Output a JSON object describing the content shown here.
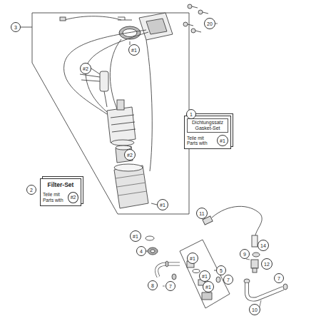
{
  "diagram": {
    "nodes": [
      {
        "text": [
          "Dichtungssatz Gasket-Set",
          "Teile mit Parts with",
          "#1"
        ]
      },
      {
        "text": [
          "Filter-Set",
          "Teile mit Parts with",
          "#2"
        ]
      }
    ],
    "labels": [
      "3",
      "#1",
      "20",
      "#2",
      "#2",
      "1",
      "2",
      "#1",
      "11",
      "#1",
      "4",
      "14",
      "9",
      "12",
      "#1",
      "5",
      "#1",
      "8",
      "7",
      "7",
      "#1",
      "7",
      "10"
    ]
  }
}
